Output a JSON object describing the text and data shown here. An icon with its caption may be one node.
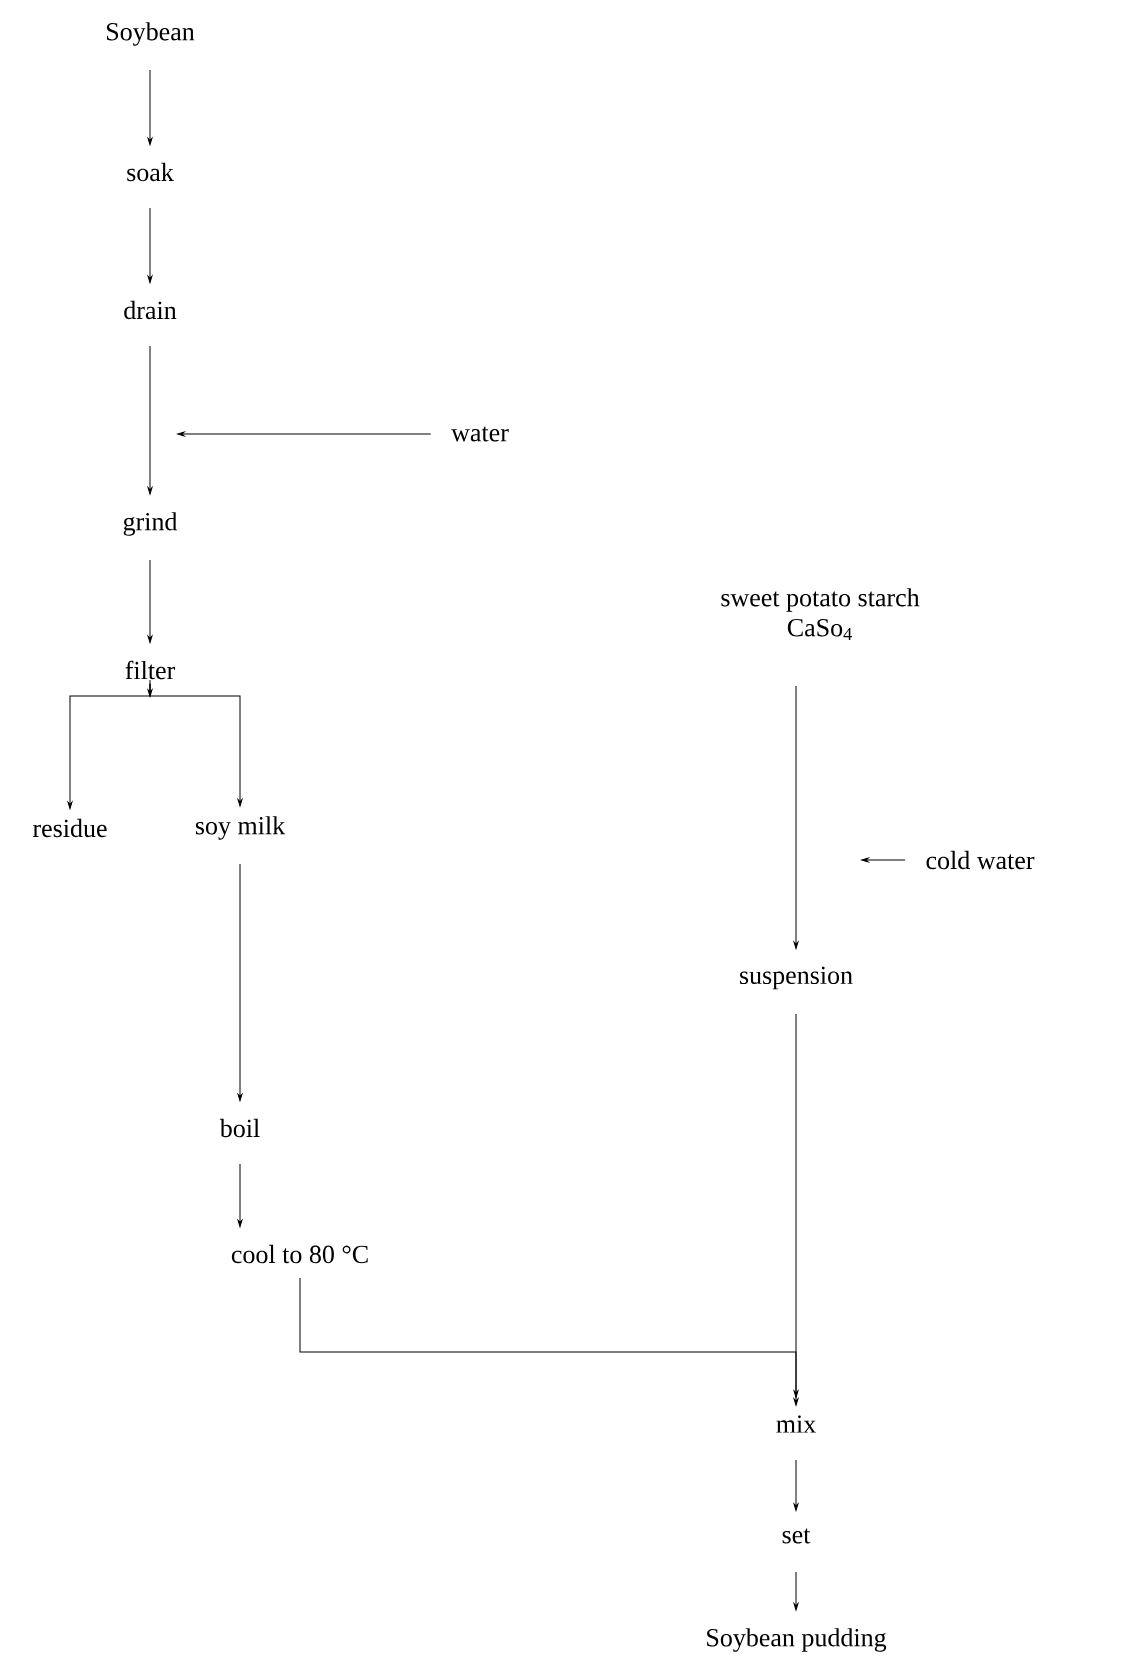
{
  "diagram": {
    "nodes": [
      {
        "text": [
          "Soybean"
        ]
      },
      {
        "text": [
          "soak"
        ]
      },
      {
        "text": [
          "drain"
        ]
      },
      {
        "text": [
          "water"
        ]
      },
      {
        "text": [
          "grind"
        ]
      },
      {
        "text": [
          "filter"
        ]
      },
      {
        "text": [
          "sweet potato starch",
          "CaSo$_{4}$"
        ]
      },
      {
        "text": [
          "residue"
        ]
      },
      {
        "text": [
          "soy milk"
        ]
      },
      {
        "text": [
          "cold water"
        ]
      },
      {
        "text": [
          "suspension"
        ]
      },
      {
        "text": [
          "boil"
        ]
      },
      {
        "text": [
          "cool to 80 °C"
        ]
      },
      {
        "text": [
          "mix"
        ]
      },
      {
        "text": [
          "set"
        ]
      },
      {
        "text": [
          "Soybean pudding"
        ]
      }
    ],
    "edges": [
      {
        "from": 0,
        "to": 1,
        "arrow": "to"
      },
      {
        "from": 1,
        "to": 2,
        "arrow": "to"
      },
      {
        "from": 2,
        "to": 4,
        "arrow": "to"
      },
      {
        "from": 3,
        "to": null,
        "arrow": "to"
      },
      {
        "from": 4,
        "to": 5,
        "arrow": "to"
      },
      {
        "from": 5,
        "to": 7,
        "arrow": "to"
      },
      {
        "from": 5,
        "to": 8,
        "arrow": "to"
      },
      {
        "from": 6,
        "to": 10,
        "arrow": "to"
      },
      {
        "from": 9,
        "to": null,
        "arrow": "to"
      },
      {
        "from": 8,
        "to": 11,
        "arrow": "to"
      },
      {
        "from": 11,
        "to": 12,
        "arrow": "to"
      },
      {
        "from": 12,
        "to": 13,
        "arrow": "to"
      },
      {
        "from": 10,
        "to": 13,
        "arrow": "to"
      },
      {
        "from": 13,
        "to": 14,
        "arrow": "to"
      },
      {
        "from": 14,
        "to": 15,
        "arrow": "to"
      }
    ]
  }
}
